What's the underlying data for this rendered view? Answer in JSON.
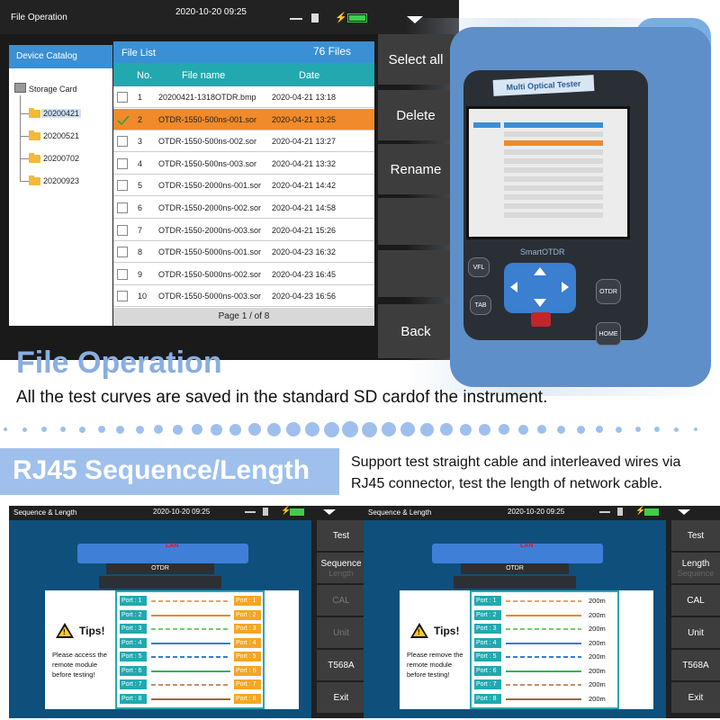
{
  "top_screen": {
    "title": "File Operation",
    "time": "2020-10-20 09:25",
    "catalog_label": "Device Catalog",
    "storage_label": "Storage Card",
    "folders": [
      "20200421",
      "20200521",
      "20200702",
      "20200923"
    ],
    "list_label": "File List",
    "file_count": "76 Files",
    "col_no": "No.",
    "col_name": "File name",
    "col_date": "Date",
    "files": [
      {
        "no": "1",
        "name": "20200421-1318OTDR.bmp",
        "date": "2020-04-21 13:18",
        "selected": false
      },
      {
        "no": "2",
        "name": "OTDR-1550-500ns-001.sor",
        "date": "2020-04-21 13:25",
        "selected": true
      },
      {
        "no": "3",
        "name": "OTDR-1550-500ns-002.sor",
        "date": "2020-04-21 13:27",
        "selected": false
      },
      {
        "no": "4",
        "name": "OTDR-1550-500ns-003.sor",
        "date": "2020-04-21 13:32",
        "selected": false
      },
      {
        "no": "5",
        "name": "OTDR-1550-2000ns-001.sor",
        "date": "2020-04-21 14:42",
        "selected": false
      },
      {
        "no": "6",
        "name": "OTDR-1550-2000ns-002.sor",
        "date": "2020-04-21 14:58",
        "selected": false
      },
      {
        "no": "7",
        "name": "OTDR-1550-2000ns-003.sor",
        "date": "2020-04-21 15:26",
        "selected": false
      },
      {
        "no": "8",
        "name": "OTDR-1550-5000ns-001.sor",
        "date": "2020-04-23 16:32",
        "selected": false
      },
      {
        "no": "9",
        "name": "OTDR-1550-5000ns-002.sor",
        "date": "2020-04-23 16:45",
        "selected": false
      },
      {
        "no": "10",
        "name": "OTDR-1550-5000ns-003.sor",
        "date": "2020-04-23 16:56",
        "selected": false
      }
    ],
    "page": "Page 1 / of 8",
    "buttons": [
      "Select all",
      "Delete",
      "Rename",
      "Back"
    ]
  },
  "device": {
    "label": "Multi Optical Tester",
    "brand": "SmartOTDR",
    "keys": {
      "vfl": "VFL",
      "tab": "TAB",
      "otdr": "OTDR",
      "home": "HOME"
    }
  },
  "section1": {
    "heading": "File Operation",
    "text": "All the test curves are saved in the standard SD cardof the instrument."
  },
  "section2": {
    "heading": "RJ45 Sequence/Length",
    "text": "Support test straight cable and interleaved wires via RJ45 connector, test the length of network cable."
  },
  "panels": [
    {
      "title": "Sequence & Length",
      "time": "2020-10-20 09:25",
      "tester_label": "OTDR",
      "lan_label": "LAN",
      "tips_heading": "Tips!",
      "tips_message": "Please access the remote module before testing!",
      "ports_left": [
        "Port : 1",
        "Port : 2",
        "Port : 3",
        "Port : 4",
        "Port : 5",
        "Port : 6",
        "Port : 7",
        "Port : 8"
      ],
      "ports_right": [
        "Port : 1",
        "Port : 2",
        "Port : 3",
        "Port : 4",
        "Port : 5",
        "Port : 6",
        "Port : 7",
        "Port : 8"
      ],
      "lengths": [],
      "side": [
        {
          "label": "Test",
          "sub": "",
          "dim": false
        },
        {
          "label": "Sequence",
          "sub": "Length",
          "dim": false
        },
        {
          "label": "CAL",
          "sub": "",
          "dim": true
        },
        {
          "label": "Unit",
          "sub": "",
          "dim": true
        },
        {
          "label": "T568A",
          "sub": "",
          "dim": false
        },
        {
          "label": "Exit",
          "sub": "",
          "dim": false
        }
      ]
    },
    {
      "title": "Sequence & Length",
      "time": "2020-10-20 09:25",
      "tester_label": "OTDR",
      "lan_label": "LAN",
      "tips_heading": "Tips!",
      "tips_message": "Please remove the remote module before testing!",
      "ports_left": [
        "Port : 1",
        "Port : 2",
        "Port : 3",
        "Port : 4",
        "Port : 5",
        "Port : 6",
        "Port : 7",
        "Port : 8"
      ],
      "ports_right": [],
      "lengths": [
        "200m",
        "200m",
        "200m",
        "200m",
        "200m",
        "200m",
        "200m",
        "200m"
      ],
      "side": [
        {
          "label": "Test",
          "sub": "",
          "dim": false
        },
        {
          "label": "Length",
          "sub": "Sequence",
          "dim": false
        },
        {
          "label": "CAL",
          "sub": "",
          "dim": false
        },
        {
          "label": "Unit",
          "sub": "",
          "dim": false
        },
        {
          "label": "T568A",
          "sub": "",
          "dim": false
        },
        {
          "label": "Exit",
          "sub": "",
          "dim": false
        }
      ]
    }
  ],
  "wire_colors": [
    "#f0a060",
    "#e8882c",
    "#6fcf6a",
    "#3a7ad8",
    "#3a7ad8",
    "#2fb35a",
    "#c09070",
    "#9a6a44"
  ],
  "accent_colors": {
    "blue": "#3b8fd4",
    "teal": "#22a9b0",
    "orange": "#f08a2a",
    "heading": "#8aaee0"
  }
}
